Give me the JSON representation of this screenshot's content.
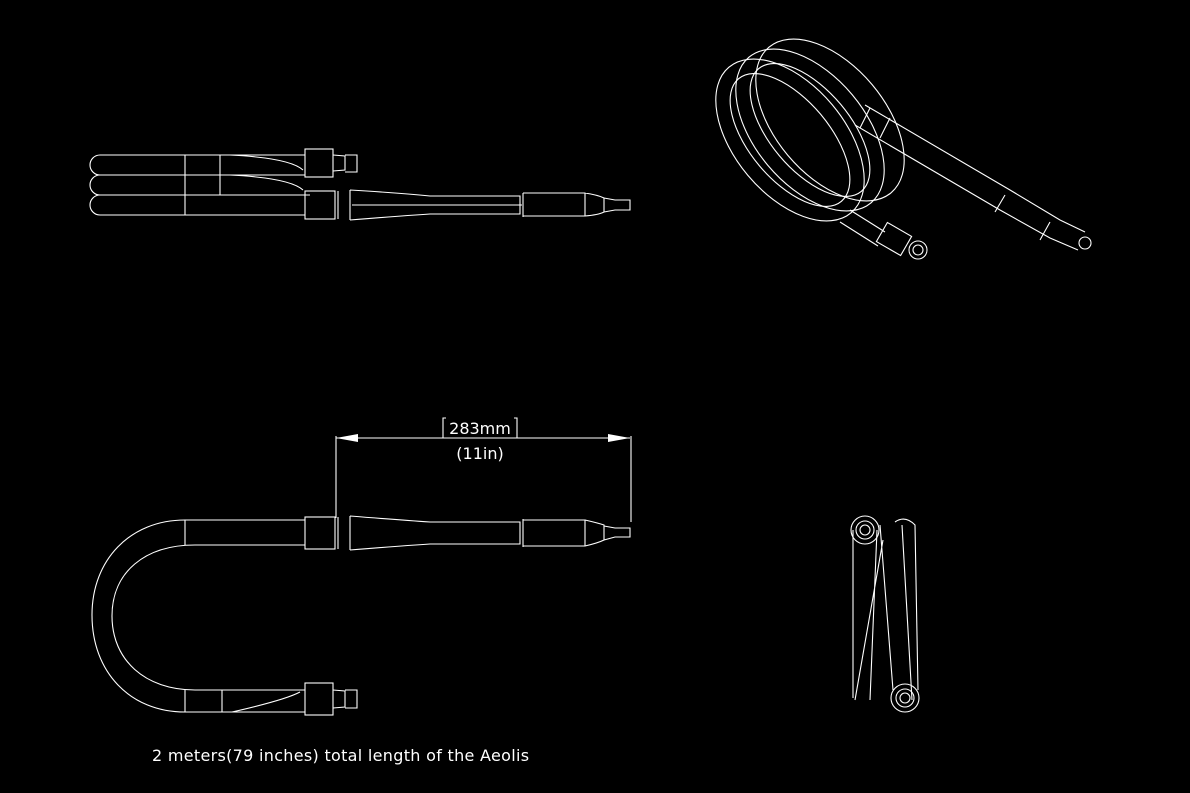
{
  "dimension": {
    "metric": "283mm",
    "imperial": "(11in)"
  },
  "caption": "2 meters(79 inches) total length of the Aeolis",
  "colors": {
    "background": "#000000",
    "lines": "#ffffff"
  }
}
